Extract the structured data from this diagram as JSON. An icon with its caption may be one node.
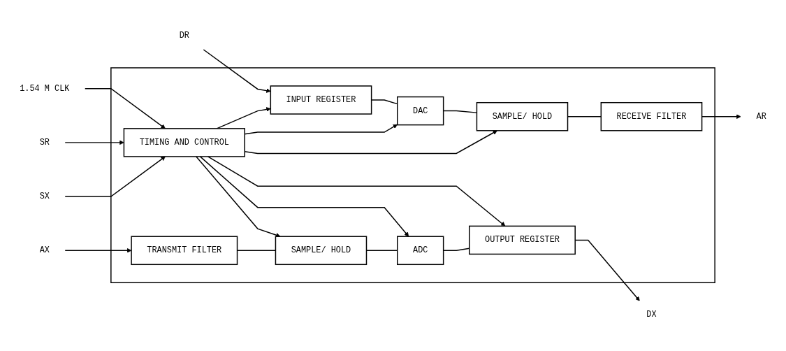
{
  "diagram": {
    "nodes": [
      {
        "text": [],
        "shape": "box"
      },
      {
        "text": [
          "AX"
        ]
      },
      {
        "text": [
          "SX"
        ]
      },
      {
        "text": [
          "SR"
        ]
      },
      {
        "text": [
          "AR"
        ]
      },
      {
        "text": [
          "TRANSMIT FILTER"
        ],
        "in": 0
      },
      {
        "text": [
          "SAMPLE/ HOLD"
        ],
        "in": 0
      },
      {
        "text": [
          "ADC"
        ],
        "in": 0
      },
      {
        "text": [
          "OUTPUT REGISTER"
        ],
        "in": 0
      },
      {
        "text": [
          "TIMING AND CONTROL"
        ],
        "in": 0
      },
      {
        "text": [
          "RECEIVE FILTER"
        ],
        "in": 0
      },
      {
        "text": [
          "SAMPLE/ HOLD"
        ],
        "in": 0
      },
      {
        "text": [
          "DAC"
        ],
        "in": 0
      },
      {
        "text": [
          "INPUT REGISTER"
        ],
        "in": 0
      },
      {
        "text": [
          "DX"
        ]
      },
      {
        "text": [
          "1.54 M CLK"
        ]
      },
      {
        "text": [
          "DR"
        ]
      }
    ],
    "edges": [
      {
        "from": 1,
        "to": 5,
        "arrow": "to"
      },
      {
        "from": 5,
        "to": 6,
        "arrow": "none"
      },
      {
        "from": 6,
        "to": 7,
        "arrow": "none"
      },
      {
        "from": 7,
        "to": 8,
        "arrow": "none"
      },
      {
        "from": 8,
        "to": 14,
        "arrow": "to"
      },
      {
        "from": 2,
        "to": 9,
        "arrow": "to"
      },
      {
        "from": 3,
        "to": 9,
        "arrow": "to"
      },
      {
        "from": 15,
        "to": 9,
        "arrow": "to"
      },
      {
        "from": 9,
        "to": 6,
        "arrow": "to"
      },
      {
        "from": 9,
        "to": 7,
        "arrow": "to"
      },
      {
        "from": 9,
        "to": 8,
        "arrow": "to"
      },
      {
        "from": 9,
        "to": 11,
        "arrow": "to"
      },
      {
        "from": 9,
        "to": 12,
        "arrow": "to"
      },
      {
        "from": 9,
        "to": 13,
        "arrow": "to"
      },
      {
        "from": 16,
        "to": 13,
        "arrow": "to"
      },
      {
        "from": 13,
        "to": 12,
        "arrow": "none"
      },
      {
        "from": 12,
        "to": 11,
        "arrow": "none"
      },
      {
        "from": 11,
        "to": 10,
        "arrow": "none"
      },
      {
        "from": 10,
        "to": 4,
        "arrow": "to"
      }
    ]
  }
}
